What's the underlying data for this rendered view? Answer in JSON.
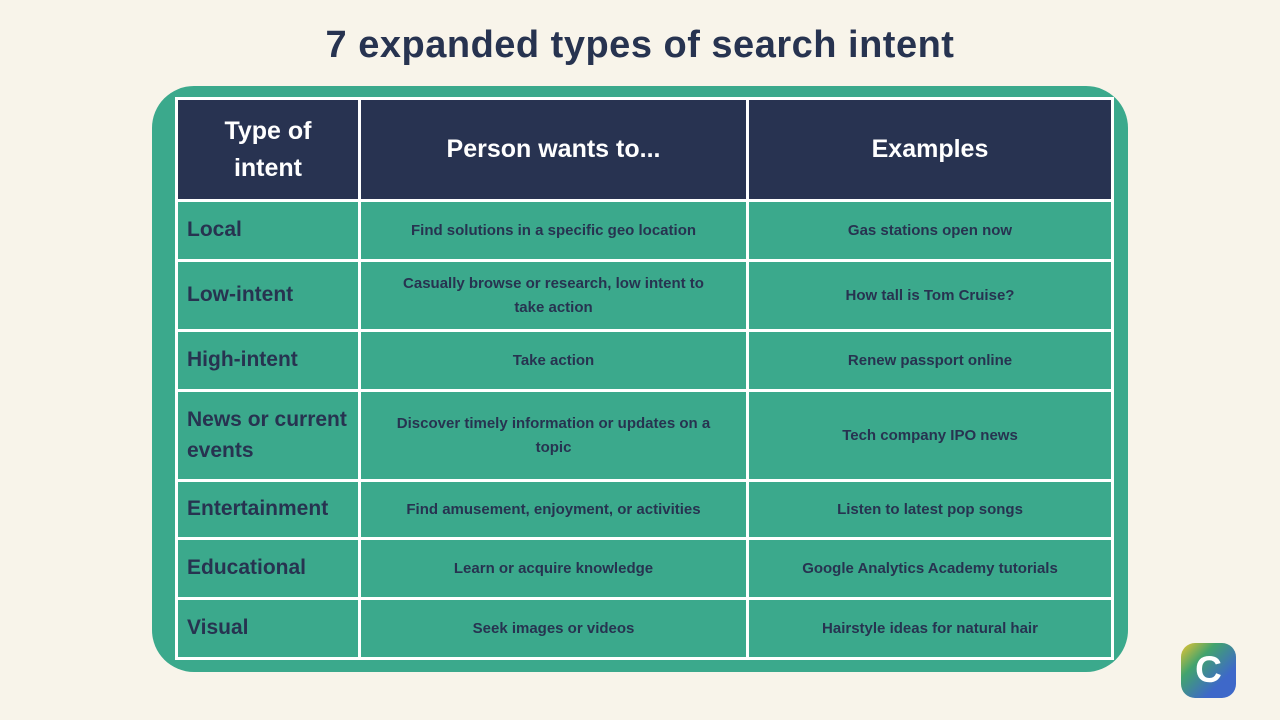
{
  "title": "7 expanded types of search intent",
  "table": {
    "headers": [
      "Type of intent",
      "Person wants to...",
      "Examples"
    ],
    "rows": [
      {
        "type": "Local",
        "wants": "Find solutions in a specific geo location",
        "example": "Gas stations open now"
      },
      {
        "type": "Low-intent",
        "wants": "Casually browse or research, low intent to take action",
        "example": "How tall is Tom Cruise?"
      },
      {
        "type": "High-intent",
        "wants": "Take action",
        "example": "Renew passport online"
      },
      {
        "type": "News or current events",
        "wants": "Discover timely information or updates on a topic",
        "example": "Tech company IPO news"
      },
      {
        "type": "Entertainment",
        "wants": "Find amusement, enjoyment, or activities",
        "example": "Listen to latest pop songs"
      },
      {
        "type": "Educational",
        "wants": "Learn or acquire knowledge",
        "example": "Google Analytics Academy tutorials"
      },
      {
        "type": "Visual",
        "wants": "Seek images or videos",
        "example": "Hairstyle ideas for natural hair"
      }
    ]
  },
  "logo": {
    "letter": "C"
  },
  "colors": {
    "background": "#F8F4EA",
    "panel_green": "#3BA98C",
    "header_navy": "#283351",
    "text_navy": "#273350",
    "cell_border": "#FFFFFF",
    "logo_gradient": [
      "#E9C431",
      "#42A36E",
      "#3E68C9"
    ]
  }
}
